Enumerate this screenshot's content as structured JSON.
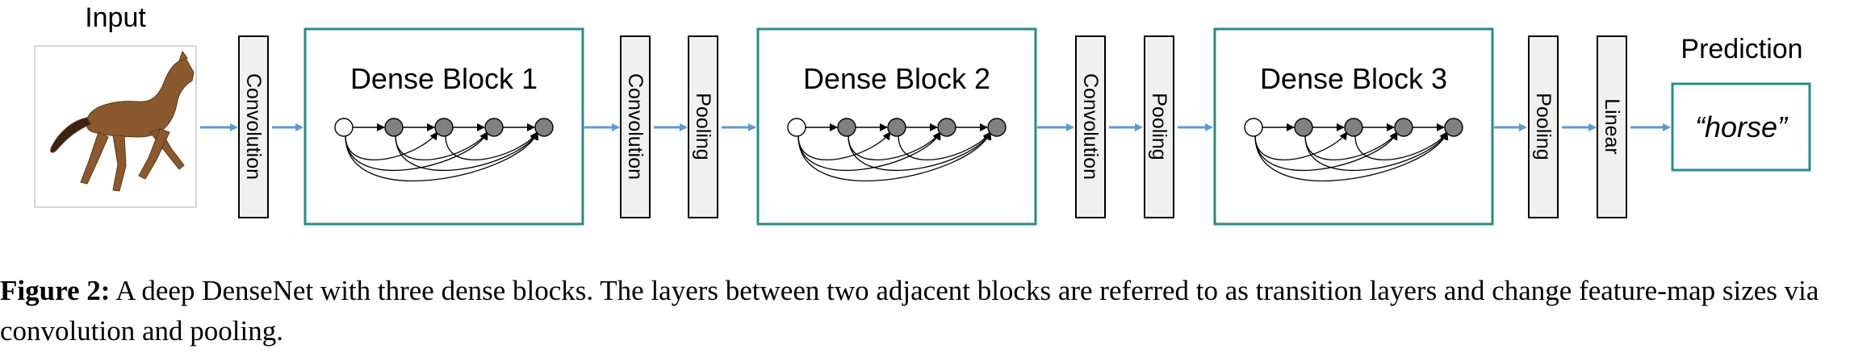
{
  "labels": {
    "input": "Input",
    "prediction": "Prediction",
    "prediction_value": "“horse”"
  },
  "blocks": [
    {
      "title": "Dense Block 1"
    },
    {
      "title": "Dense Block 2"
    },
    {
      "title": "Dense Block 3"
    }
  ],
  "layers": [
    {
      "label": "Convolution"
    },
    {
      "label": "Convolution"
    },
    {
      "label": "Pooling"
    },
    {
      "label": "Convolution"
    },
    {
      "label": "Pooling"
    },
    {
      "label": "Pooling"
    },
    {
      "label": "Linear"
    }
  ],
  "caption": {
    "label": "Figure 2:",
    "text": "A deep DenseNet with three dense blocks. The layers between two adjacent blocks are referred to as transition layers and change feature-map sizes via convolution and pooling."
  },
  "colors": {
    "block_border": "#2a8a86",
    "arrow": "#5b9bd5",
    "layer_fill": "#f0f0f0",
    "node_fill": "#808080",
    "horse": "#8a5a2e"
  }
}
